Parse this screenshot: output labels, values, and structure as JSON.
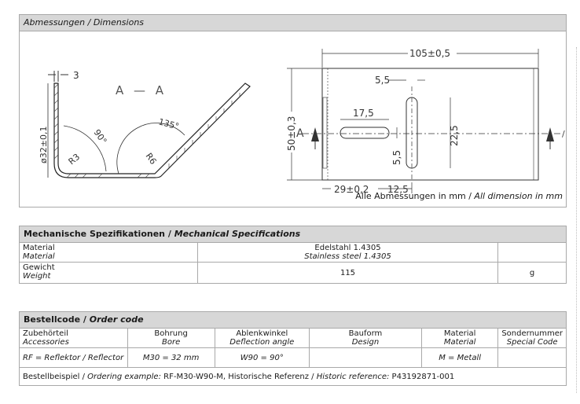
{
  "dimensions": {
    "header_de": "Abmessungen",
    "header_en": "Dimensions",
    "section_label": "A — A",
    "marker_a": "A",
    "drawing_labels": {
      "thickness": "3",
      "diameter": "ø32±0,1",
      "radius_1": "R3",
      "radius_2": "R6",
      "angle_1": "90°",
      "angle_2": "135°",
      "width": "105±0,5",
      "height": "50±0,3",
      "slot_width": "5,5",
      "slot_offset": "17,5",
      "slot_height": "22,5",
      "slot_small": "5,5",
      "base_offset": "29±0,2",
      "slot_pitch": "12,5"
    },
    "footnote_de": "Alle Abmessungen in mm",
    "footnote_en": "All dimension in mm"
  },
  "mechanical": {
    "header_de": "Mechanische Spezifikationen",
    "header_en": "Mechanical Specifications",
    "rows": [
      {
        "label_de": "Material",
        "label_en": "Material",
        "value_de": "Edelstahl 1.4305",
        "value_en": "Stainless steel 1.4305",
        "unit": ""
      },
      {
        "label_de": "Gewicht",
        "label_en": "Weight",
        "value_de": "115",
        "value_en": "",
        "unit": "g"
      }
    ]
  },
  "order": {
    "header_de": "Bestellcode",
    "header_en": "Order code",
    "columns": [
      {
        "de": "Zubehörteil",
        "en": "Accessories"
      },
      {
        "de": "Bohrung",
        "en": "Bore"
      },
      {
        "de": "Ablenkwinkel",
        "en": "Deflection angle"
      },
      {
        "de": "Bauform",
        "en": "Design"
      },
      {
        "de": "Material",
        "en": "Material"
      },
      {
        "de": "Sondernummer",
        "en": "Special Code"
      }
    ],
    "values": [
      "RF = Reflektor / Reflector",
      "M30 = 32 mm",
      "W90 = 90°",
      "",
      "M = Metall",
      ""
    ],
    "example_de": "Bestellbeispiel / ",
    "example_en": "Ordering example:",
    "example_code": " RF-M30-W90-M, Historische Referenz / ",
    "historic_en": "Historic reference:",
    "historic_code": " P43192871-001"
  }
}
